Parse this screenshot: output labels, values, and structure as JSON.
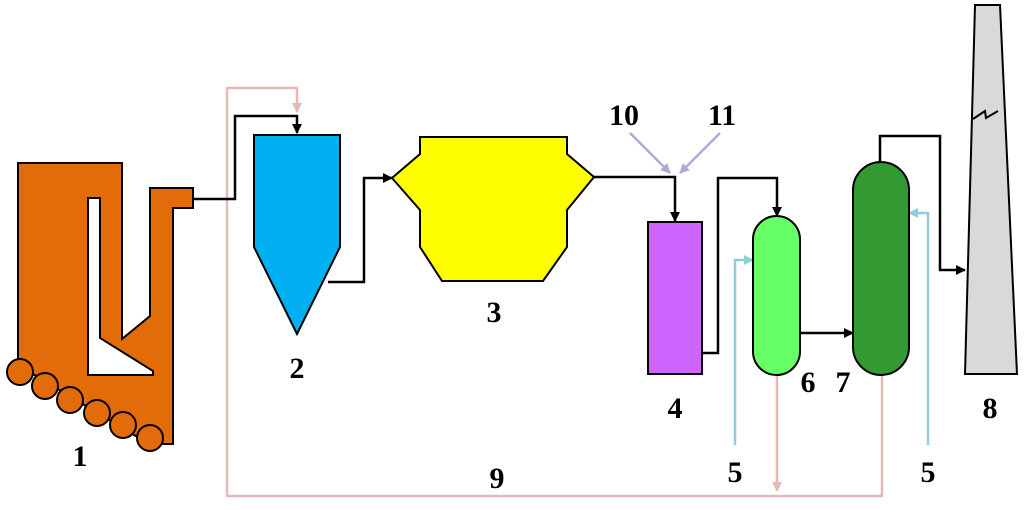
{
  "colors": {
    "boiler": "#e36c0a",
    "separator": "#00b0f0",
    "unit3": "#ffff00",
    "unit4": "#cc66ff",
    "unit6": "#66ff66",
    "unit7": "#339933",
    "stack": "#d9d9d9",
    "flow_line": "#000000",
    "recycle_line": "#e6b9b8",
    "feed_line": "#b4a7d6",
    "water_line": "#92cddc"
  },
  "labels": {
    "l1": "1",
    "l2": "2",
    "l3": "3",
    "l4": "4",
    "l5a": "5",
    "l5b": "5",
    "l6": "6",
    "l7": "7",
    "l8": "8",
    "l9": "9",
    "l10": "10",
    "l11": "11"
  }
}
